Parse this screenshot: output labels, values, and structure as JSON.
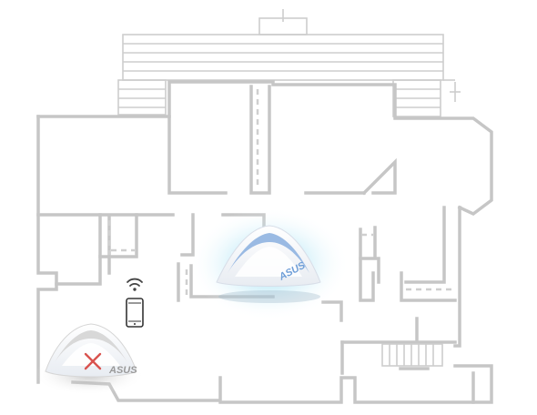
{
  "scene": {
    "main_router": {
      "brand": "ASUS",
      "status": "connected"
    },
    "extender_router": {
      "brand": "ASUS",
      "status": "unavailable"
    },
    "phone": {
      "signal": "wifi"
    }
  },
  "colors": {
    "wall": "#c6c6c6",
    "glow": "#8fd6ee",
    "router_body": "#f7f7f7",
    "router_accent_blue": "#8fb3e0",
    "error_mark": "#d9534f"
  }
}
